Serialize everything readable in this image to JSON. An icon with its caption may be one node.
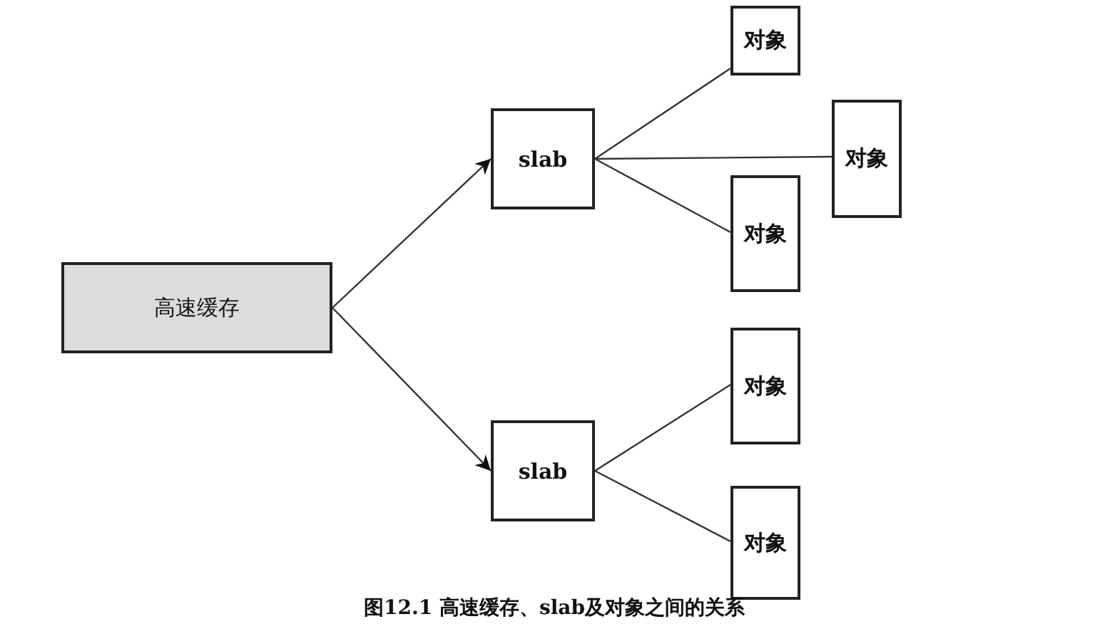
{
  "diagram": {
    "caption": "图12.1 高速缓存、slab及对象之间的关系",
    "nodes": [
      {
        "text": [
          "高速缓存"
        ]
      },
      {
        "text": [
          "slab"
        ]
      },
      {
        "text": [
          "对象"
        ]
      },
      {
        "text": [
          "对象"
        ]
      },
      {
        "text": [
          "对象"
        ]
      },
      {
        "text": [
          "slab"
        ]
      },
      {
        "text": [
          "对象"
        ]
      },
      {
        "text": [
          "对象"
        ]
      }
    ],
    "edges": [
      {
        "from": 0,
        "to": 1,
        "arrow": "to"
      },
      {
        "from": 0,
        "to": 5,
        "arrow": "to"
      },
      {
        "from": 1,
        "to": 2,
        "arrow": "none"
      },
      {
        "from": 1,
        "to": 3,
        "arrow": "none"
      },
      {
        "from": 1,
        "to": 4,
        "arrow": "none"
      },
      {
        "from": 5,
        "to": 6,
        "arrow": "none"
      },
      {
        "from": 5,
        "to": 7,
        "arrow": "none"
      }
    ]
  }
}
